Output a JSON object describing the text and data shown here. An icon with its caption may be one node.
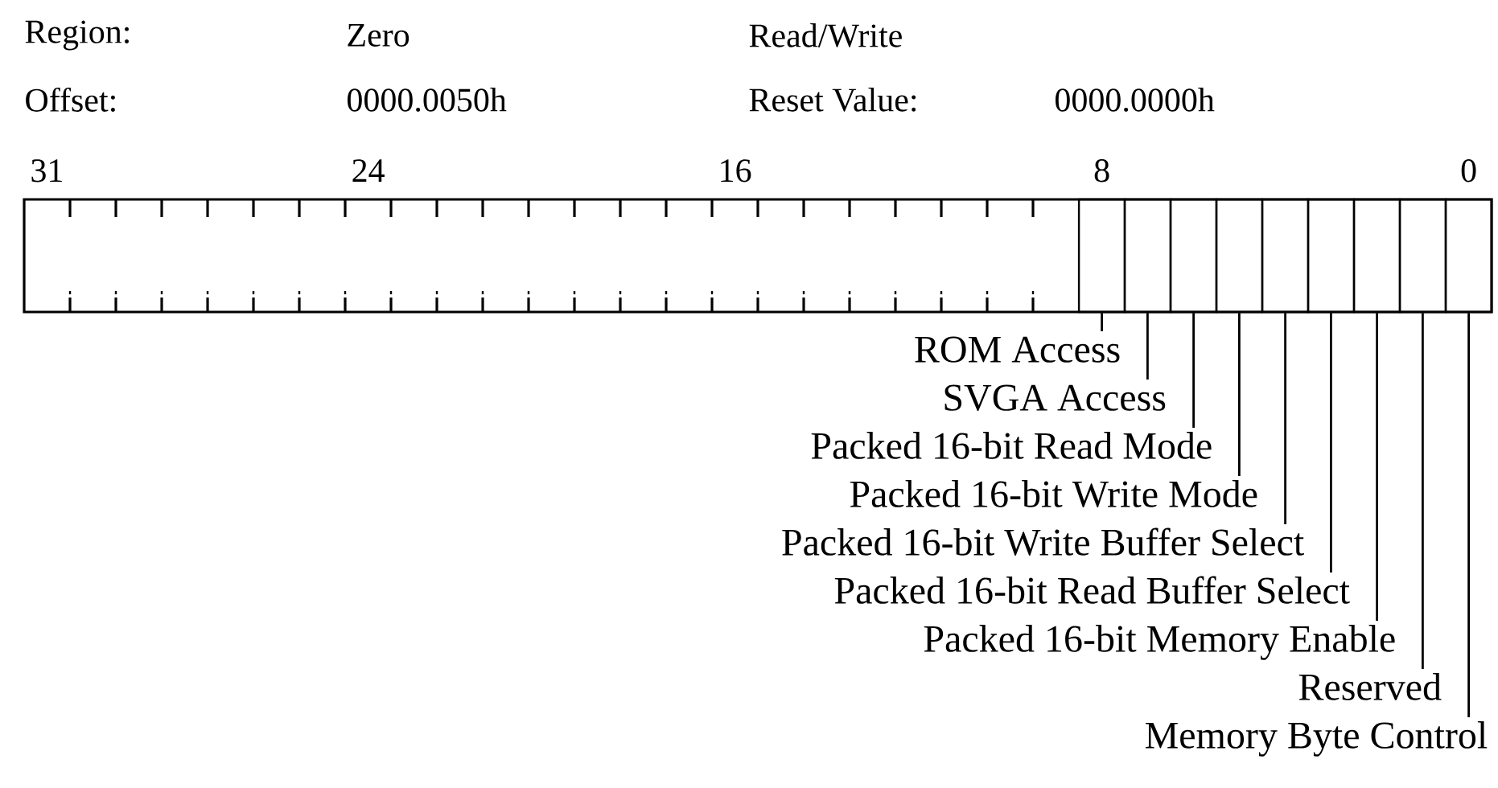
{
  "diagram": {
    "nodes": [
      {
        "text": [
          "ROM Access"
        ]
      },
      {
        "text": [
          "SVGA Access"
        ]
      },
      {
        "text": [
          "Packed 16-bit Read Mode"
        ]
      },
      {
        "text": [
          "Packed 16-bit Write Mode"
        ]
      },
      {
        "text": [
          "Packed 16-bit Write Buffer Select"
        ]
      },
      {
        "text": [
          "Packed 16-bit Read Buffer Select"
        ]
      },
      {
        "text": [
          "Packed 16-bit Memory Enable"
        ]
      },
      {
        "text": [
          "Reserved"
        ]
      },
      {
        "text": [
          "Memory Byte Control"
        ]
      },
      {
        "text": [],
        "shape": "box"
      },
      {
        "text": [],
        "shape": "box"
      },
      {
        "text": [],
        "shape": "box"
      },
      {
        "text": [],
        "shape": "box"
      },
      {
        "text": [],
        "shape": "box"
      },
      {
        "text": [],
        "shape": "box"
      },
      {
        "text": [],
        "shape": "box"
      },
      {
        "text": [],
        "shape": "box"
      },
      {
        "text": [],
        "shape": "box"
      }
    ],
    "edges": [
      {
        "from": 0,
        "to": 9,
        "arrow": "none"
      },
      {
        "from": 1,
        "to": 10,
        "arrow": "none"
      },
      {
        "from": 2,
        "to": 11,
        "arrow": "none"
      },
      {
        "from": 3,
        "to": 12,
        "arrow": "none"
      },
      {
        "from": 4,
        "to": 13,
        "arrow": "none"
      },
      {
        "from": 5,
        "to": 14,
        "arrow": "none"
      },
      {
        "from": 6,
        "to": 15,
        "arrow": "none"
      },
      {
        "from": 7,
        "to": 16,
        "arrow": "none"
      },
      {
        "from": 8,
        "to": 17,
        "arrow": "none"
      }
    ],
    "labels": [
      "Region:",
      "Zero",
      "Read/Write",
      "Offset:",
      "0000.0050h",
      "Reset Value:",
      "0000.0000h",
      "31",
      "24",
      "16",
      "8",
      "0"
    ]
  }
}
